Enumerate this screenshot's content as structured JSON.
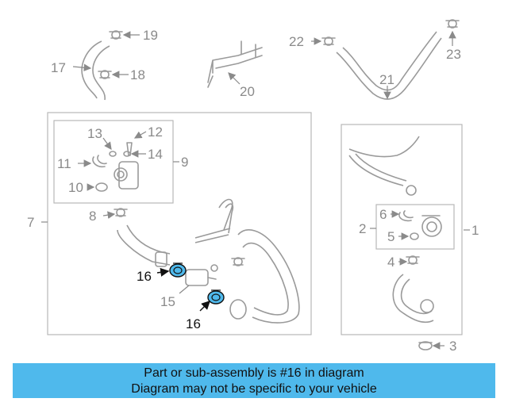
{
  "banner": {
    "line1": "Part or sub-assembly is #16 in diagram",
    "line2": "Diagram may not be specific to your vehicle"
  },
  "callouts": {
    "c1": "1",
    "c2": "2",
    "c3": "3",
    "c4": "4",
    "c5": "5",
    "c6": "6",
    "c7": "7",
    "c8": "8",
    "c9": "9",
    "c10": "10",
    "c11": "11",
    "c12": "12",
    "c13": "13",
    "c14": "14",
    "c15": "15",
    "c16a": "16",
    "c16b": "16",
    "c17": "17",
    "c18": "18",
    "c19": "19",
    "c20": "20",
    "c21": "21",
    "c22": "22",
    "c23": "23"
  },
  "colors": {
    "highlight": "#4fb9ec",
    "line": "#9a9a9a",
    "banner": "#4fb9ec"
  }
}
